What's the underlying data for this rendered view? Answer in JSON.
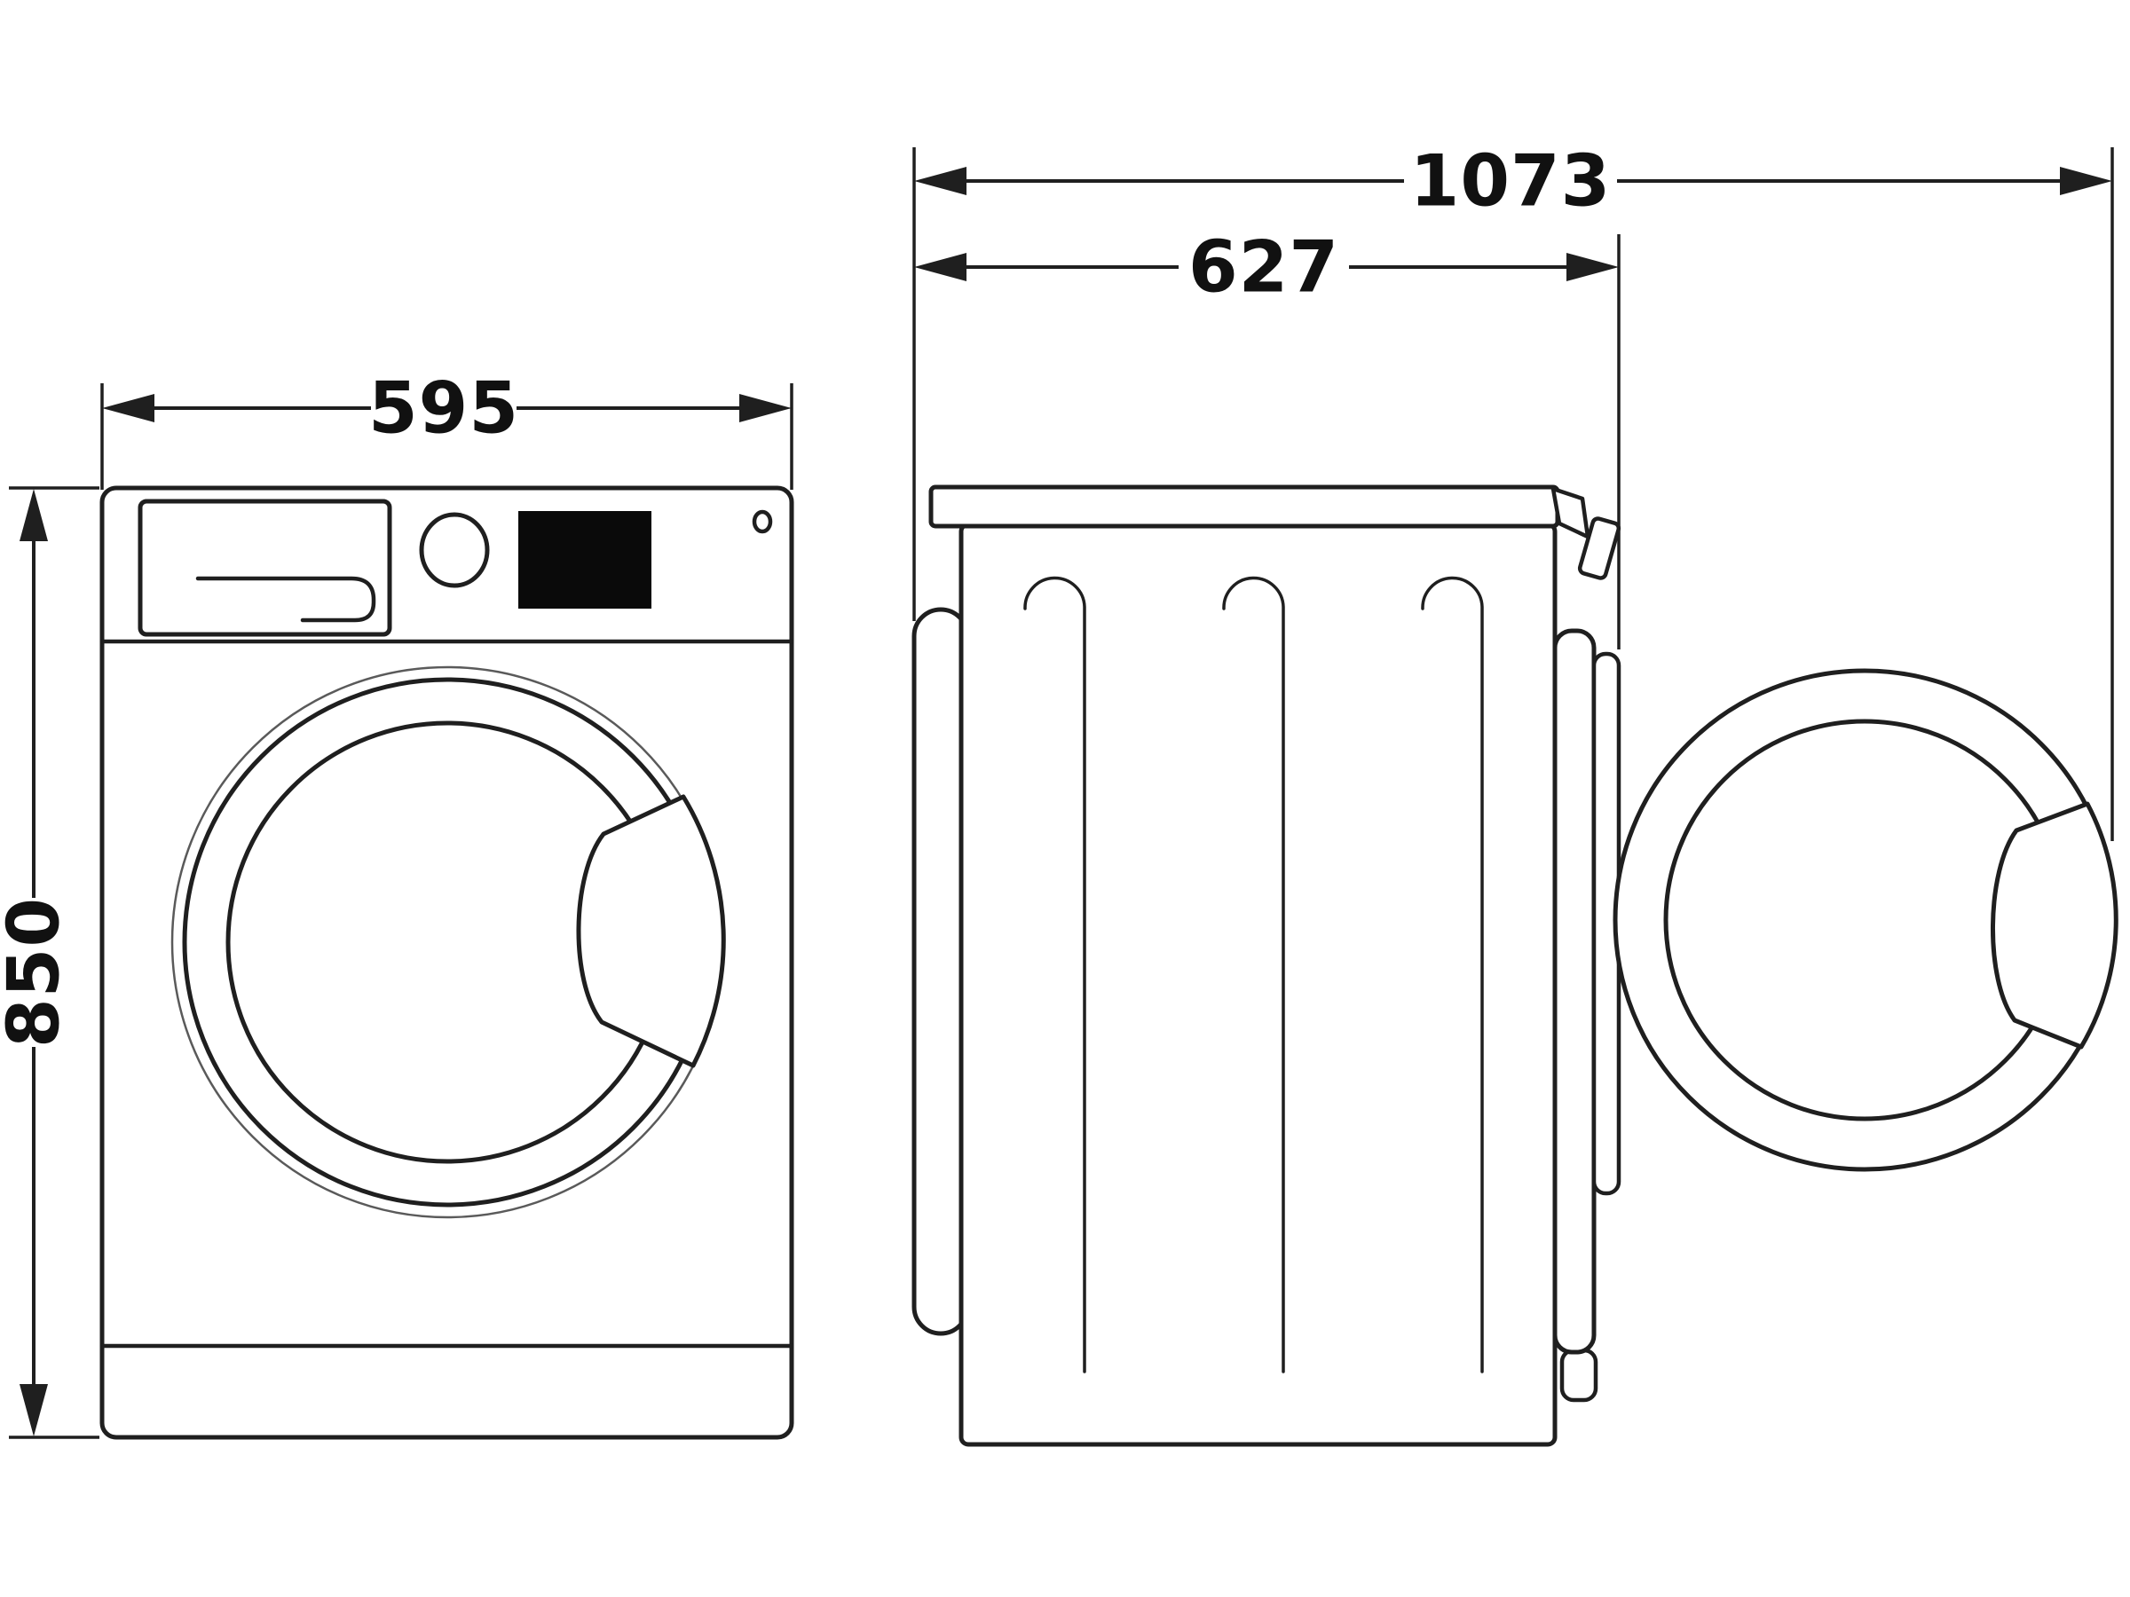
{
  "diagram": {
    "type": "technical-dimension-drawing",
    "subject": "washing-machine-front-and-side-views",
    "unit": "mm",
    "colors": {
      "background": "#ffffff",
      "line": "#1f1f1f",
      "thin_line": "#5a5a5a",
      "display_fill": "#0a0a0a",
      "text": "#111111"
    },
    "dimensions": {
      "front_width": {
        "label": "595"
      },
      "height": {
        "label": "850"
      },
      "depth_total": {
        "label": "1073"
      },
      "depth_body": {
        "label": "627"
      }
    }
  }
}
